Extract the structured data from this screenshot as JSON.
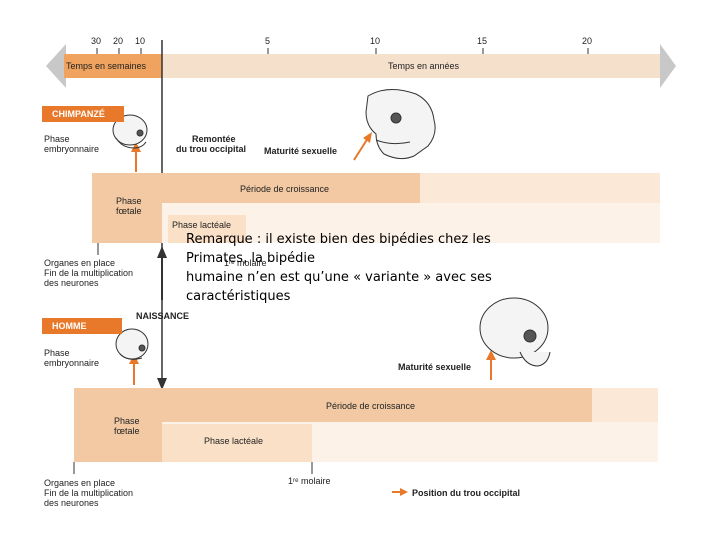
{
  "timeline": {
    "weeks_label": "Temps en semaines",
    "years_label": "Temps en années",
    "ticks": [
      "30",
      "20",
      "10",
      "5",
      "10",
      "15",
      "20"
    ]
  },
  "chimp": {
    "badge": "CHIMPANZÉ",
    "phase_embryo": [
      "Phase",
      "embryonnaire"
    ],
    "remontee": [
      "Remontée",
      "du trou occipital"
    ],
    "maturite": "Maturité sexuelle",
    "phase_foetale": [
      "Phase",
      "fœtale"
    ],
    "croissance": "Période de croissance",
    "lactee": "Phase lactéale",
    "molaire": "1ʳᵉ molaire",
    "organes": [
      "Organes en place",
      "Fin de la multiplication",
      "des neurones"
    ]
  },
  "naissance": "NAISSANCE",
  "homme": {
    "badge": "HOMME",
    "phase_embryo": [
      "Phase",
      "embryonnaire"
    ],
    "maturite": "Maturité sexuelle",
    "phase_foetale": [
      "Phase",
      "fœtale"
    ],
    "croissance": "Période de croissance",
    "lactee": "Phase lactéale",
    "molaire": "1ʳᵉ molaire",
    "organes": [
      "Organes en place",
      "Fin de la multiplication",
      "des neurones"
    ]
  },
  "legend": "Position du trou occipital",
  "remark": [
    "Remarque : il existe bien des bipédies chez les",
    "Primates, la bipédie",
    "humaine n’en est qu’une « variante » avec ses",
    "caractéristiques"
  ],
  "colors": {
    "accent": "#e8782a",
    "band_dark": "#f2c9a2",
    "band_light": "#fbe8d6",
    "arrow_gray": "#c8c8c8"
  }
}
